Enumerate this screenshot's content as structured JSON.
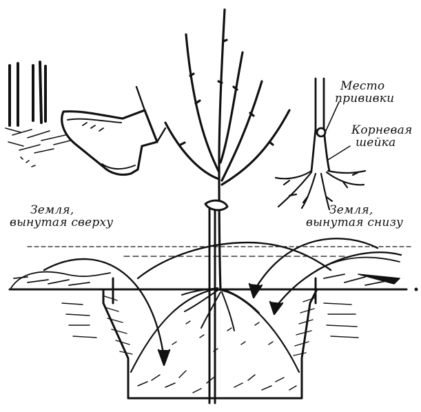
{
  "labels": {
    "soil_from_top": {
      "line1": "Земля,",
      "line2": "вынутая сверху"
    },
    "soil_from_bottom": {
      "line1": "Земля,",
      "line2": "вынутая снизу"
    },
    "graft_place": {
      "line1": "Место",
      "line2": "прививки"
    },
    "root_collar": {
      "line1": "Корневая",
      "line2": "шейка"
    }
  },
  "colors": {
    "ink": "#111111",
    "paper": "#ffffff"
  }
}
